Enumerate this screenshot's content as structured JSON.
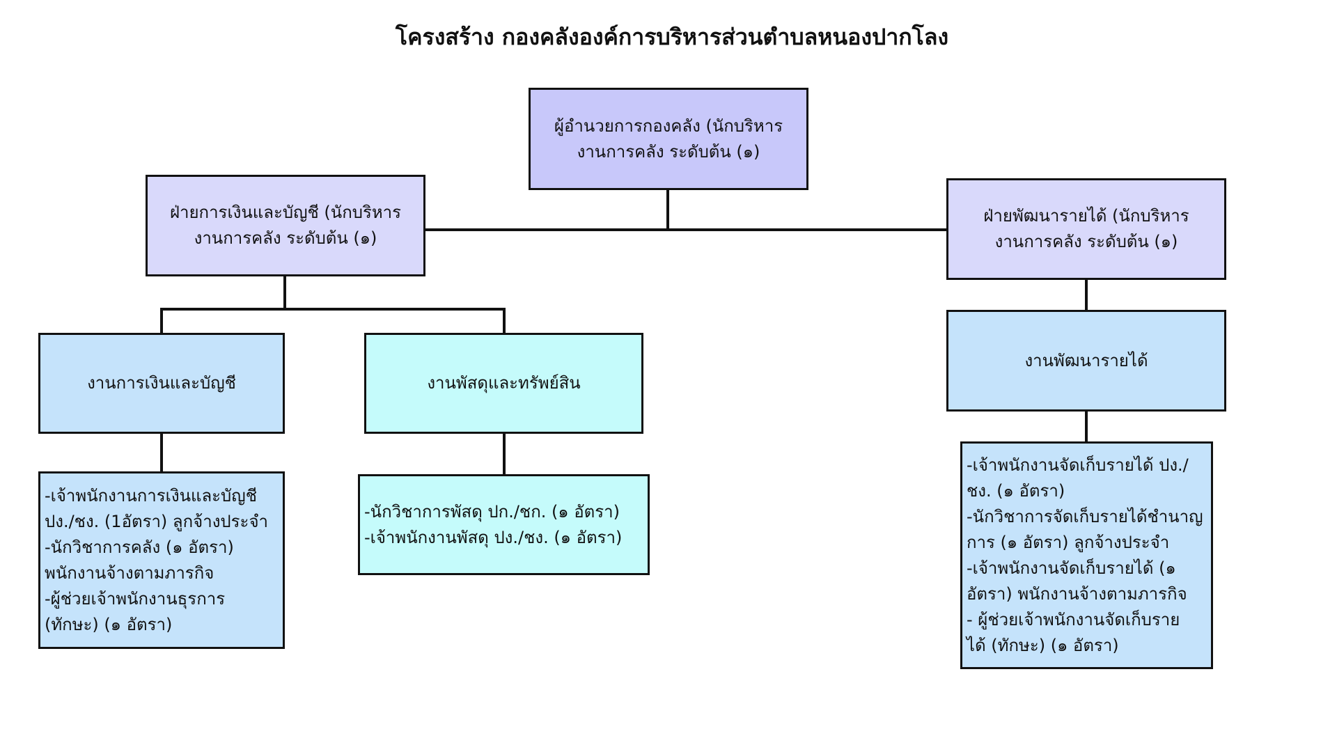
{
  "title": "โครงสร้าง กองคลังองค์การบริหารส่วนตำบลหนองปากโลง",
  "colors": {
    "director": "#c8c8fa",
    "division": "#d9d9fb",
    "unit_blue": "#c5e3fb",
    "unit_cyan": "#c5fbfb",
    "line": "#111111"
  },
  "director": {
    "lines": [
      "ผู้อำนวยการกองคลัง (นักบริหาร",
      "งานการคลัง ระดับต้น (๑)"
    ]
  },
  "finance_division": {
    "lines": [
      "ฝ่ายการเงินและบัญชี (นักบริหาร",
      "งานการคลัง ระดับต้น (๑)"
    ]
  },
  "revenue_division": {
    "lines": [
      "ฝ่ายพัฒนารายได้ (นักบริหาร",
      "งานการคลัง ระดับต้น (๑)"
    ]
  },
  "finance_unit": {
    "label": "งานการเงินและบัญชี"
  },
  "supply_unit": {
    "label": "งานพัสดุและทรัพย์สิน"
  },
  "revenue_unit": {
    "label": "งานพัฒนารายได้"
  },
  "finance_staff": {
    "lines": [
      "-เจ้าพนักงานการเงินและบัญชี",
      "ปง./ชง. (1อัตรา) ลูกจ้างประจำ",
      "-นักวิชาการคลัง (๑ อัตรา)",
      "พนักงานจ้างตามภารกิจ",
      "-ผู้ช่วยเจ้าพนักงานธุรการ",
      "(ทักษะ) (๑ อัตรา)"
    ]
  },
  "supply_staff": {
    "lines": [
      "-นักวิชาการพัสดุ ปก./ชก. (๑ อัตรา)",
      "-เจ้าพนักงานพัสดุ ปง./ชง. (๑ อัตรา)"
    ]
  },
  "revenue_staff": {
    "lines": [
      "-เจ้าพนักงานจัดเก็บรายได้ ปง./",
      "ชง. (๑ อัตรา)",
      "-นักวิชาการจัดเก็บรายได้ชำนาญ",
      "การ (๑ อัตรา) ลูกจ้างประจำ",
      "-เจ้าพนักงานจัดเก็บรายได้ (๑",
      "อัตรา) พนักงานจ้างตามภารกิจ",
      "- ผู้ช่วยเจ้าพนักงานจัดเก็บราย",
      "ได้ (ทักษะ) (๑ อัตรา)"
    ]
  }
}
